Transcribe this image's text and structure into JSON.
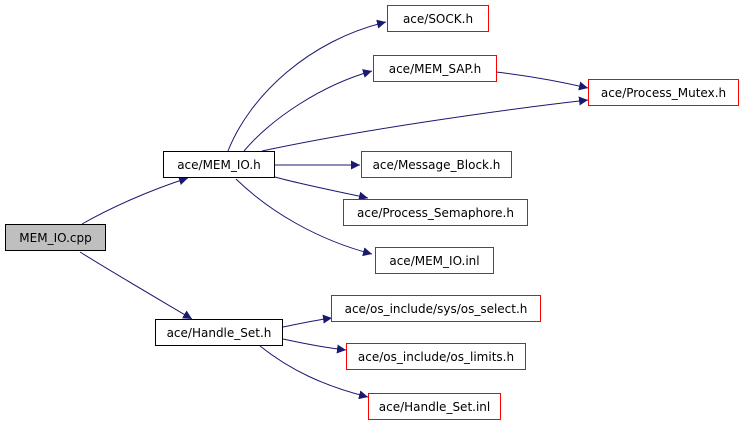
{
  "colors": {
    "edge": "#191970",
    "root_fill": "#bfbfbf",
    "internal_border": "#000000",
    "external_border": "#ff0000"
  },
  "nodes": {
    "mem_io_cpp": "MEM_IO.cpp",
    "mem_io_h": "ace/MEM_IO.h",
    "handle_set_h": "ace/Handle_Set.h",
    "sock_h": "ace/SOCK.h",
    "mem_sap_h": "ace/MEM_SAP.h",
    "process_mutex_h": "ace/Process_Mutex.h",
    "message_block_h": "ace/Message_Block.h",
    "process_semaphore_h": "ace/Process_Semaphore.h",
    "mem_io_inl": "ace/MEM_IO.inl",
    "os_select_h": "ace/os_include/sys/os_select.h",
    "os_limits_h": "ace/os_include/os_limits.h",
    "handle_set_inl": "ace/Handle_Set.inl"
  }
}
